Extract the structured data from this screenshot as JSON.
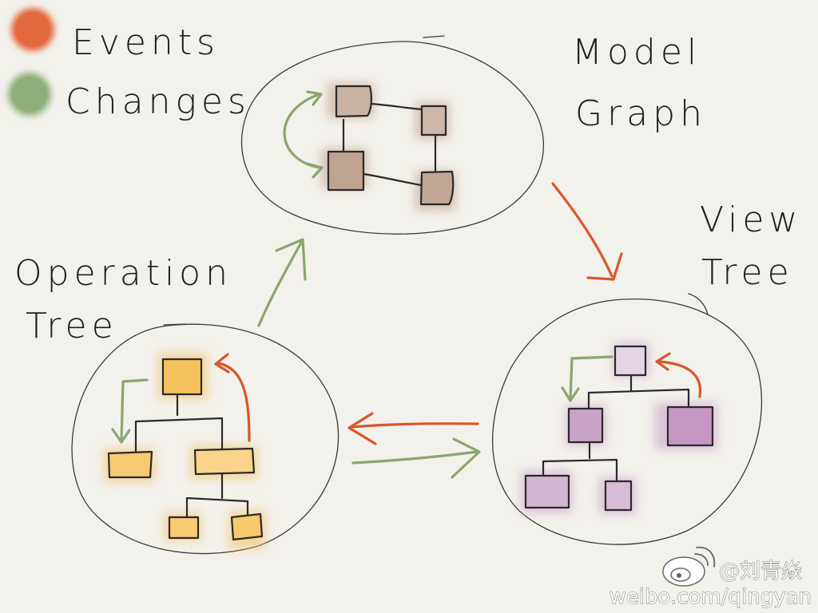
{
  "legend": [
    {
      "label": "Events",
      "color": "#e36a3e"
    },
    {
      "label": "Changes",
      "color": "#8fae7a"
    }
  ],
  "groups": {
    "model": {
      "label_line1": "Model",
      "label_line2": "Graph",
      "node_color": "#b99c86"
    },
    "view": {
      "label_line1": "View",
      "label_line2": "Tree",
      "node_color": "#c6a3c4"
    },
    "operation": {
      "label_line1": "Operation",
      "label_line2": "Tree",
      "node_color": "#f2c46a"
    }
  },
  "colors": {
    "events": "#d9572b",
    "changes": "#8aa66f"
  },
  "watermark": {
    "handle": "@刘青焱",
    "url": "weibo.com/qingyan"
  }
}
